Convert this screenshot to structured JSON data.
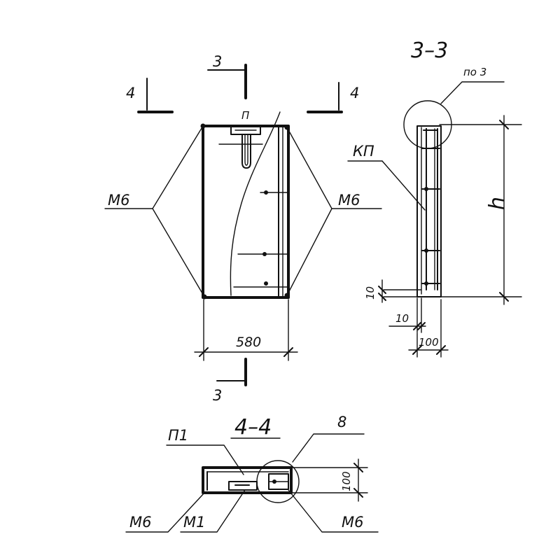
{
  "front_view": {
    "section_mark_top": "3",
    "section_mark_bottom": "3",
    "section_mark_left": "4",
    "section_mark_right": "4",
    "part_label_top": "П",
    "label_left_weld": "М6",
    "label_right_weld": "М6",
    "width_dim": "580"
  },
  "section_3_3": {
    "title": "3–3",
    "detail_ref": "по 3",
    "mesh_label": "КП",
    "height_dim": "h",
    "dim_10_vertical": "10",
    "dim_10_horizontal": "10",
    "dim_100": "100"
  },
  "section_4_4": {
    "title": "4–4",
    "label_p1": "П1",
    "label_8": "8",
    "dim_100": "100",
    "label_m6_left": "М6",
    "label_m1": "М1",
    "label_m6_right": "М6"
  }
}
